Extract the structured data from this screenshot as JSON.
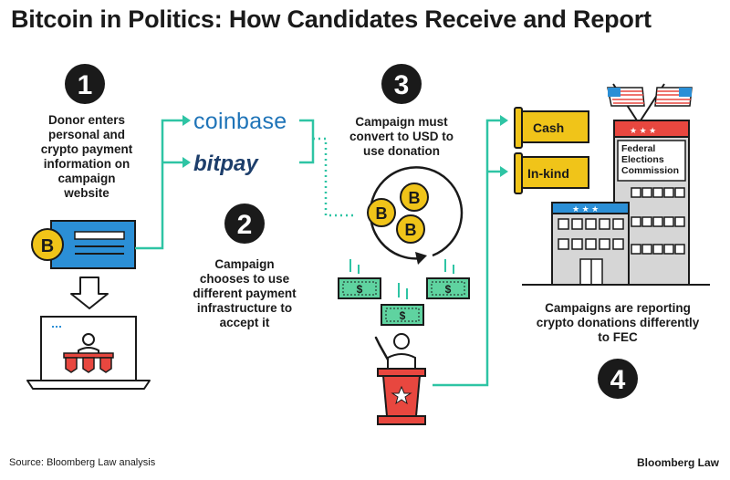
{
  "title": "Bitcoin in Politics: How Candidates Receive and Report",
  "steps": {
    "n1": "1",
    "n2": "2",
    "n3": "3",
    "n4": "4",
    "donor_text": [
      "Donor enters",
      "personal and",
      "crypto payment",
      "information on",
      "campaign",
      "website"
    ],
    "infra_text": [
      "Campaign",
      "chooses to use",
      "different payment",
      "infrastructure to",
      "accept it"
    ],
    "convert_text": [
      "Campaign must",
      "convert to USD to",
      "use donation"
    ],
    "report_text": [
      "Campaigns are reporting",
      "crypto donations differently",
      "to FEC"
    ]
  },
  "processors": {
    "coinbase": "coinbase",
    "bitpay": "bitpay"
  },
  "flags": {
    "cash": "Cash",
    "inkind": "In-kind"
  },
  "fec": {
    "line1": "Federal",
    "line2": "Elections",
    "line3": "Commission"
  },
  "symbols": {
    "bitcoin": "B",
    "dollar": "$"
  },
  "footer": {
    "source": "Source: Bloomberg Law analysis",
    "brand": "Bloomberg Law"
  },
  "colors": {
    "teal": "#2ec4a4",
    "blue": "#2b8fd6",
    "gold": "#f0c419",
    "red": "#e8473f",
    "green": "#5fd3a0",
    "coinbase": "#1f74b8",
    "bitpay": "#1d3e6b"
  }
}
